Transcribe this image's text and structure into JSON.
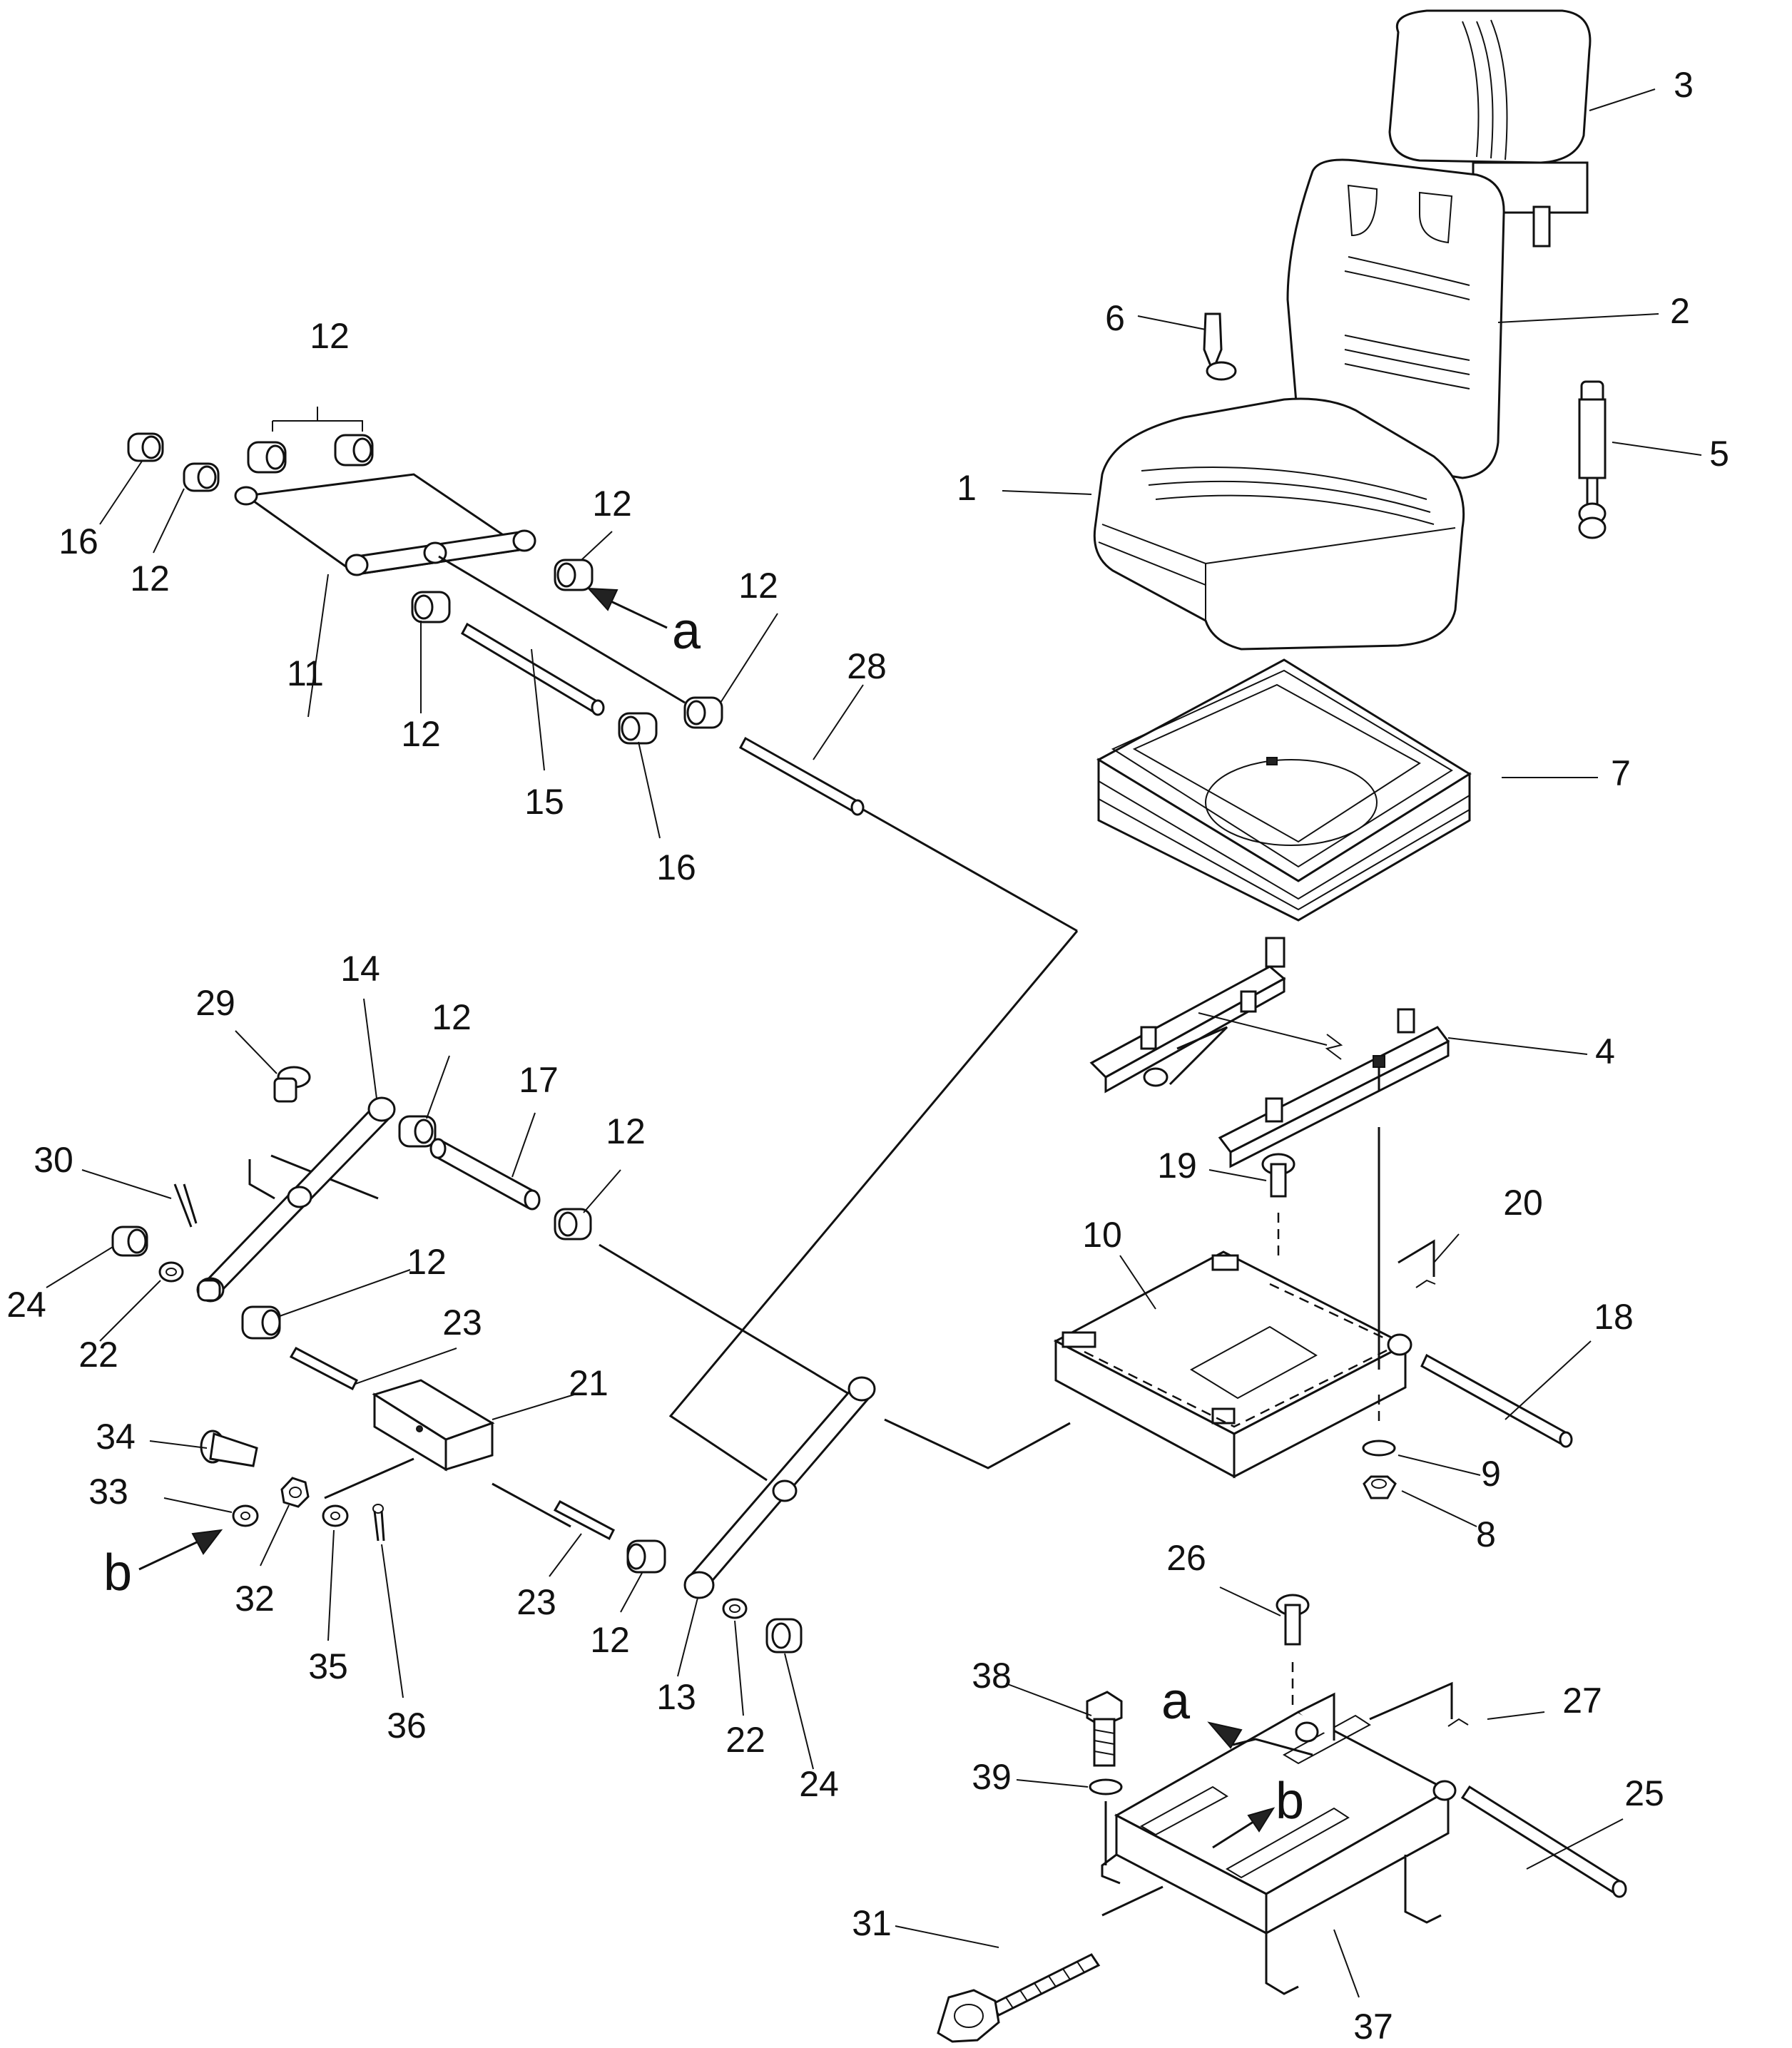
{
  "diagram": {
    "callouts": [
      {
        "id": "c-3",
        "text": "3"
      },
      {
        "id": "c-2",
        "text": "2"
      },
      {
        "id": "c-6",
        "text": "6"
      },
      {
        "id": "c-5",
        "text": "5"
      },
      {
        "id": "c-1",
        "text": "1"
      },
      {
        "id": "c-7",
        "text": "7"
      },
      {
        "id": "c-4",
        "text": "4"
      },
      {
        "id": "c-19",
        "text": "19"
      },
      {
        "id": "c-10",
        "text": "10"
      },
      {
        "id": "c-20",
        "text": "20"
      },
      {
        "id": "c-18",
        "text": "18"
      },
      {
        "id": "c-9",
        "text": "9"
      },
      {
        "id": "c-8",
        "text": "8"
      },
      {
        "id": "c-26",
        "text": "26"
      },
      {
        "id": "c-38",
        "text": "38"
      },
      {
        "id": "c-a2",
        "text": "a"
      },
      {
        "id": "c-27",
        "text": "27"
      },
      {
        "id": "c-39",
        "text": "39"
      },
      {
        "id": "c-b2",
        "text": "b"
      },
      {
        "id": "c-25",
        "text": "25"
      },
      {
        "id": "c-31",
        "text": "31"
      },
      {
        "id": "c-37",
        "text": "37"
      },
      {
        "id": "c-12a",
        "text": "12"
      },
      {
        "id": "c-16a",
        "text": "16"
      },
      {
        "id": "c-12b",
        "text": "12"
      },
      {
        "id": "c-12c",
        "text": "12"
      },
      {
        "id": "c-a1",
        "text": "a"
      },
      {
        "id": "c-12d",
        "text": "12"
      },
      {
        "id": "c-11",
        "text": "11"
      },
      {
        "id": "c-12e",
        "text": "12"
      },
      {
        "id": "c-15",
        "text": "15"
      },
      {
        "id": "c-16b",
        "text": "16"
      },
      {
        "id": "c-28",
        "text": "28"
      },
      {
        "id": "c-29",
        "text": "29"
      },
      {
        "id": "c-14",
        "text": "14"
      },
      {
        "id": "c-12f",
        "text": "12"
      },
      {
        "id": "c-17",
        "text": "17"
      },
      {
        "id": "c-12g",
        "text": "12"
      },
      {
        "id": "c-30",
        "text": "30"
      },
      {
        "id": "c-24a",
        "text": "24"
      },
      {
        "id": "c-22a",
        "text": "22"
      },
      {
        "id": "c-12h",
        "text": "12"
      },
      {
        "id": "c-23a",
        "text": "23"
      },
      {
        "id": "c-21",
        "text": "21"
      },
      {
        "id": "c-34",
        "text": "34"
      },
      {
        "id": "c-33",
        "text": "33"
      },
      {
        "id": "c-b1",
        "text": "b"
      },
      {
        "id": "c-32",
        "text": "32"
      },
      {
        "id": "c-35",
        "text": "35"
      },
      {
        "id": "c-36",
        "text": "36"
      },
      {
        "id": "c-23b",
        "text": "23"
      },
      {
        "id": "c-12i",
        "text": "12"
      },
      {
        "id": "c-13",
        "text": "13"
      },
      {
        "id": "c-22b",
        "text": "22"
      },
      {
        "id": "c-24b",
        "text": "24"
      }
    ]
  }
}
